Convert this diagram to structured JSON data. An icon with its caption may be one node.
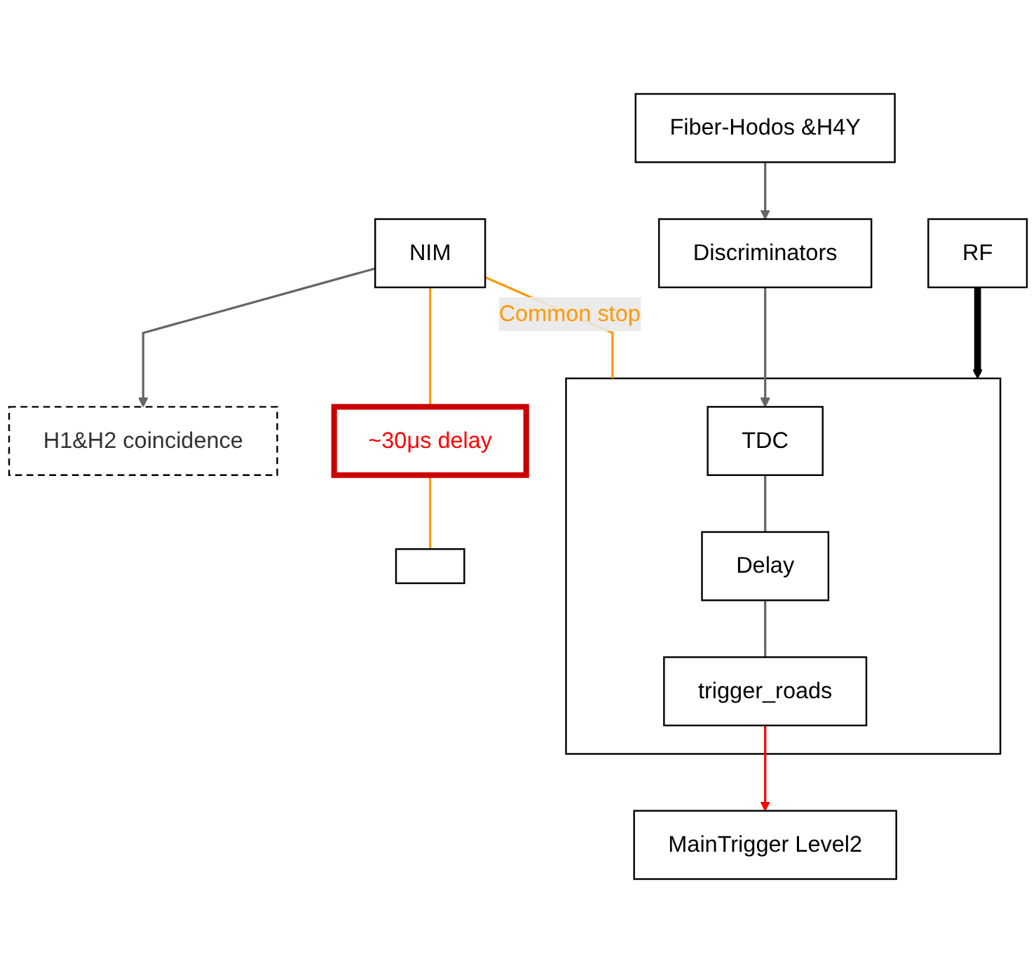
{
  "diagram": {
    "nodes": [
      {
        "text": [
          "H1&H2 coincidence"
        ]
      },
      {
        "text": [
          "NIM"
        ]
      },
      {
        "text": [
          "Fiber-Hodos &H4Y"
        ]
      },
      {
        "text": [],
        "shape": "box"
      },
      {
        "text": [
          "~30μs delay"
        ]
      },
      {
        "text": [
          "Discriminators"
        ]
      },
      {
        "text": [
          "TDC"
        ],
        "in": 3
      },
      {
        "text": [
          "Delay"
        ],
        "in": 3
      },
      {
        "text": [],
        "shape": "box"
      },
      {
        "text": [
          "RF"
        ]
      },
      {
        "text": [
          "trigger_roads"
        ],
        "in": 3
      },
      {
        "text": [
          "MainTrigger Level2"
        ]
      }
    ],
    "edges": [
      {
        "from": 1,
        "to": 0,
        "arrow": "to"
      },
      {
        "from": 1,
        "to": 3,
        "arrow": "none",
        "label": "Common stop",
        "color": "#ff9900"
      },
      {
        "from": 1,
        "to": 4,
        "arrow": "none",
        "color": "#ff9900"
      },
      {
        "from": 4,
        "to": 8,
        "arrow": "none",
        "color": "#ff9900"
      },
      {
        "from": 2,
        "to": 5,
        "arrow": "to"
      },
      {
        "from": 5,
        "to": 6,
        "arrow": "to"
      },
      {
        "from": 6,
        "to": 7,
        "arrow": "none"
      },
      {
        "from": 7,
        "to": 10,
        "arrow": "none"
      },
      {
        "from": 9,
        "to": 3,
        "arrow": "to",
        "style": "thick",
        "color": "#000000"
      },
      {
        "from": 10,
        "to": 11,
        "arrow": "to",
        "color": "#ff0000"
      }
    ]
  }
}
